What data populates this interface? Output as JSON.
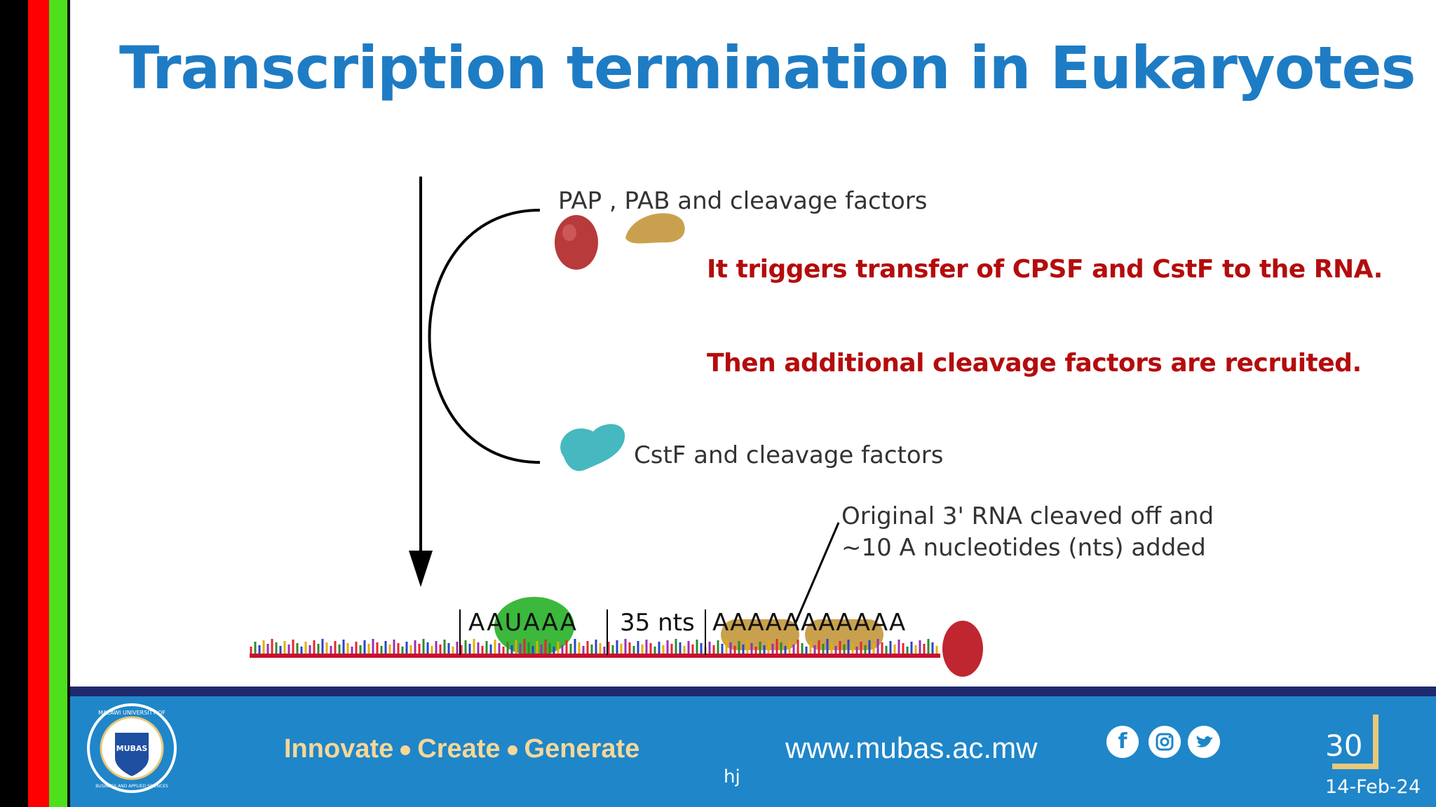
{
  "slide": {
    "title": "Transcription termination in Eukaryotes",
    "notes": [
      "It triggers transfer of CPSF and CstF to the RNA.",
      "Then additional cleavage factors are recruited."
    ]
  },
  "diagram": {
    "label_pap": "PAP , PAB and cleavage factors",
    "label_cstf": "CstF and cleavage factors",
    "label_cleaved_line1": "Original 3' RNA cleaved off and",
    "label_cleaved_line2": "~10 A nucleotides (nts) added",
    "seq_aauaaa": "AAUAAA",
    "seq_35nts": "35 nts",
    "seq_polya": "AAAAAAAAAAA"
  },
  "footer": {
    "slogan_parts": [
      "Innovate",
      "Create",
      "Generate"
    ],
    "url": "www.mubas.ac.mw",
    "page_number": "30",
    "note": "hj",
    "date": "14-Feb-24",
    "logo_text_top": "MALAWI UNIVERSITY OF",
    "logo_text_bottom": "BUSINESS AND APPLIED SCIENCES",
    "logo_center": "MUBAS",
    "social_icons": [
      "facebook-icon",
      "instagram-icon",
      "twitter-icon"
    ]
  },
  "colors": {
    "title": "#1e7cc4",
    "note_text": "#b40c0c",
    "footer": "#1f86c9",
    "footer_line": "#1f2a6e",
    "slogan": "#f5d79a",
    "stripe_black": "#000000",
    "stripe_red": "#ff0000",
    "stripe_green": "#4ee01c"
  }
}
